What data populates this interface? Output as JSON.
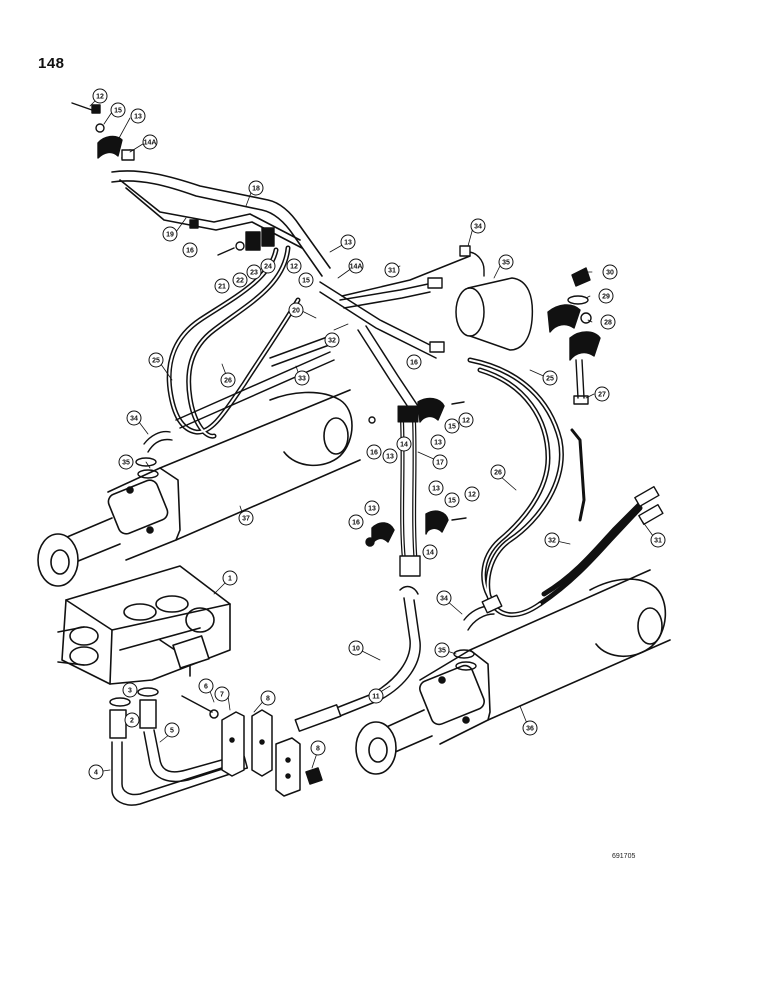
{
  "page": {
    "number": "148",
    "figure_code": "691705"
  },
  "callouts": [
    {
      "id": "c12a",
      "label": "12"
    },
    {
      "id": "c15a",
      "label": "15"
    },
    {
      "id": "c13a",
      "label": "13"
    },
    {
      "id": "c14a",
      "label": "14A"
    },
    {
      "id": "c18",
      "label": "18"
    },
    {
      "id": "c19",
      "label": "19"
    },
    {
      "id": "c16a",
      "label": "16"
    },
    {
      "id": "c21",
      "label": "21"
    },
    {
      "id": "c22",
      "label": "22"
    },
    {
      "id": "c23",
      "label": "23"
    },
    {
      "id": "c24",
      "label": "24"
    },
    {
      "id": "c12b",
      "label": "12"
    },
    {
      "id": "c15b",
      "label": "15"
    },
    {
      "id": "c13b",
      "label": "13"
    },
    {
      "id": "c14b",
      "label": "14A"
    },
    {
      "id": "c31a",
      "label": "31"
    },
    {
      "id": "c34a",
      "label": "34"
    },
    {
      "id": "c35a",
      "label": "35"
    },
    {
      "id": "c30",
      "label": "30"
    },
    {
      "id": "c29",
      "label": "29"
    },
    {
      "id": "c28",
      "label": "28"
    },
    {
      "id": "c27",
      "label": "27"
    },
    {
      "id": "c20",
      "label": "20"
    },
    {
      "id": "c32a",
      "label": "32"
    },
    {
      "id": "c16b",
      "label": "16"
    },
    {
      "id": "c25a",
      "label": "25"
    },
    {
      "id": "c26a",
      "label": "26"
    },
    {
      "id": "c33",
      "label": "33"
    },
    {
      "id": "c25b",
      "label": "25"
    },
    {
      "id": "c34b",
      "label": "34"
    },
    {
      "id": "c35b",
      "label": "35"
    },
    {
      "id": "c37",
      "label": "37"
    },
    {
      "id": "c16c",
      "label": "16"
    },
    {
      "id": "c13c",
      "label": "13"
    },
    {
      "id": "c14c",
      "label": "14"
    },
    {
      "id": "c13d",
      "label": "13"
    },
    {
      "id": "c15c",
      "label": "15"
    },
    {
      "id": "c12c",
      "label": "12"
    },
    {
      "id": "c17",
      "label": "17"
    },
    {
      "id": "c26b",
      "label": "26"
    },
    {
      "id": "c13e",
      "label": "13"
    },
    {
      "id": "c15d",
      "label": "15"
    },
    {
      "id": "c12d",
      "label": "12"
    },
    {
      "id": "c16d",
      "label": "16"
    },
    {
      "id": "c13f",
      "label": "13"
    },
    {
      "id": "c14d",
      "label": "14"
    },
    {
      "id": "c32b",
      "label": "32"
    },
    {
      "id": "c31b",
      "label": "31"
    },
    {
      "id": "c1",
      "label": "1"
    },
    {
      "id": "c34c",
      "label": "34"
    },
    {
      "id": "c10",
      "label": "10"
    },
    {
      "id": "c35c",
      "label": "35"
    },
    {
      "id": "c11",
      "label": "11"
    },
    {
      "id": "c36",
      "label": "36"
    },
    {
      "id": "c6",
      "label": "6"
    },
    {
      "id": "c7",
      "label": "7"
    },
    {
      "id": "c8a",
      "label": "8"
    },
    {
      "id": "c3",
      "label": "3"
    },
    {
      "id": "c2",
      "label": "2"
    },
    {
      "id": "c5",
      "label": "5"
    },
    {
      "id": "c4",
      "label": "4"
    },
    {
      "id": "c8b",
      "label": "8"
    }
  ]
}
